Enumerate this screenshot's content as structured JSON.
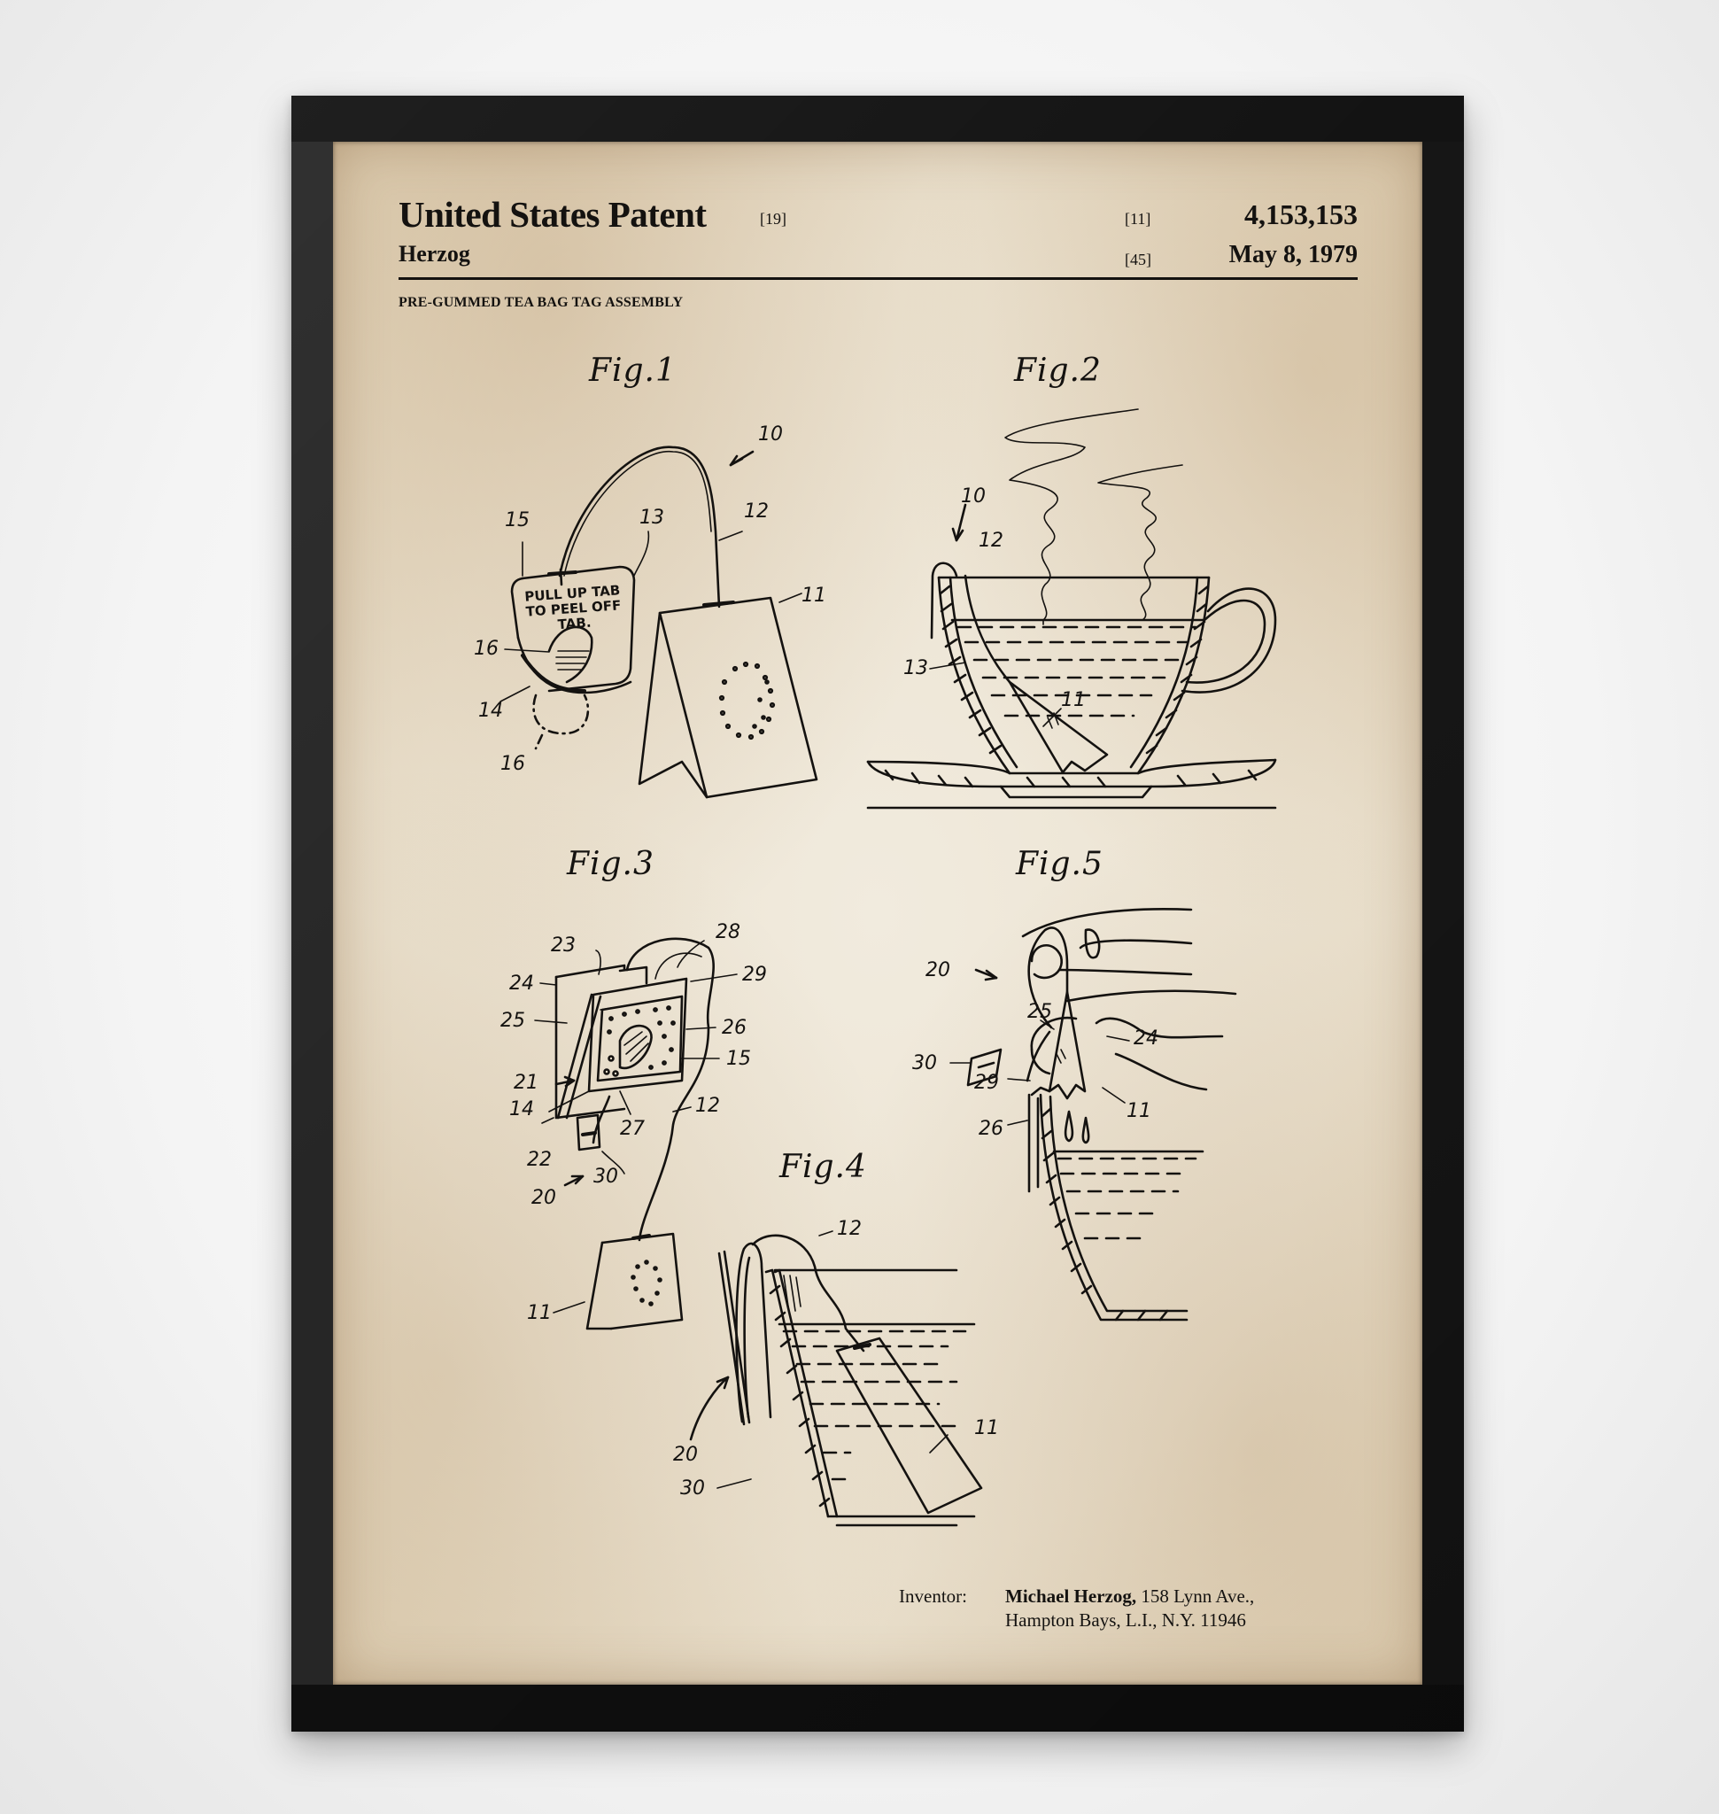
{
  "patent": {
    "header": {
      "title": "United States Patent",
      "title_code": "[19]",
      "assignee": "Herzog",
      "number_code": "[11]",
      "number": "4,153,153",
      "date_code": "[45]",
      "date": "May 8, 1979",
      "subject": "PRE-GUMMED TEA BAG TAG ASSEMBLY"
    },
    "figures": [
      {
        "id": "fig1",
        "title": "Fig.1",
        "tag_text": [
          "PULL UP TAB",
          "TO PEEL OFF",
          "TAB."
        ],
        "refs": [
          "10",
          "15",
          "13",
          "12",
          "11",
          "16",
          "14",
          "16"
        ]
      },
      {
        "id": "fig2",
        "title": "Fig.2",
        "refs": [
          "10",
          "12",
          "13",
          "11"
        ]
      },
      {
        "id": "fig3",
        "title": "Fig.3",
        "refs": [
          "23",
          "28",
          "24",
          "29",
          "25",
          "26",
          "15",
          "21",
          "14",
          "12",
          "27",
          "22",
          "30",
          "20",
          "11"
        ]
      },
      {
        "id": "fig4",
        "title": "Fig.4",
        "refs": [
          "12",
          "20",
          "30",
          "11"
        ]
      },
      {
        "id": "fig5",
        "title": "Fig.5",
        "refs": [
          "20",
          "25",
          "24",
          "30",
          "29",
          "26",
          "11"
        ]
      }
    ],
    "inventor": {
      "label": "Inventor:",
      "name": "Michael Herzog,",
      "address_line1": " 158 Lynn Ave.,",
      "address_line2": "Hampton Bays, L.I., N.Y. 11946"
    }
  },
  "colors": {
    "frame": "#1b1b1b",
    "paper": "#ebe2d0",
    "ink": "#141210",
    "wall": "#f4f4f4"
  }
}
